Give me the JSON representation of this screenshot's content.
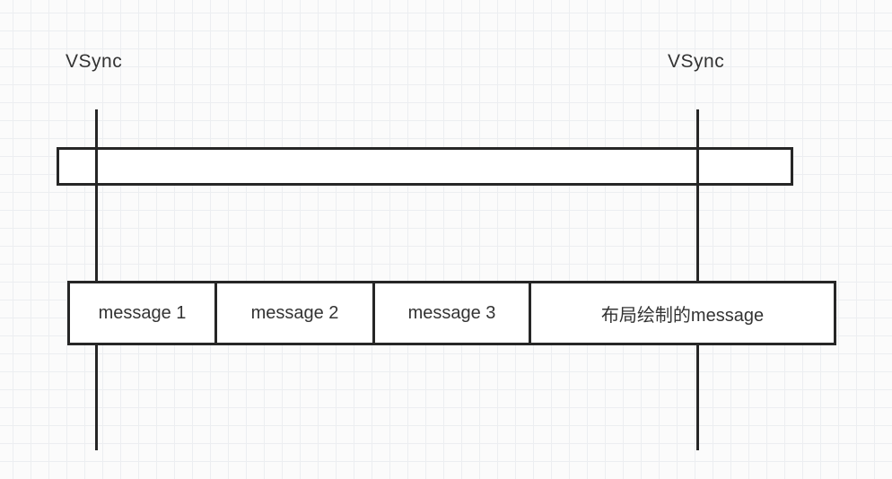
{
  "labels": {
    "vsync_left": "VSync",
    "vsync_right": "VSync"
  },
  "messages": [
    {
      "label": "message 1"
    },
    {
      "label": "message 2"
    },
    {
      "label": "message 3"
    },
    {
      "label": "布局绘制的message"
    }
  ],
  "colors": {
    "stroke": "#262626",
    "grid_line": "#eceef1",
    "canvas_background": "#fbfbfb",
    "box_fill": "#ffffff",
    "text_color": "#333333"
  }
}
